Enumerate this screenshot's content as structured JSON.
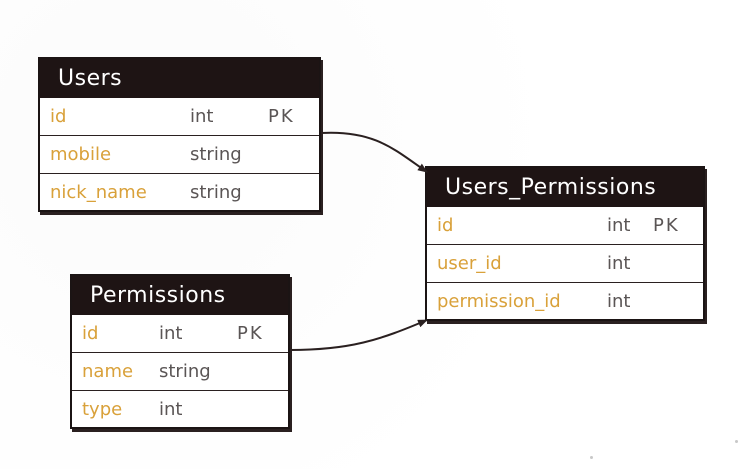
{
  "tables": {
    "users": {
      "title": "Users",
      "rows": [
        {
          "name": "id",
          "type": "int",
          "key": "PK"
        },
        {
          "name": "mobile",
          "type": "string",
          "key": ""
        },
        {
          "name": "nick_name",
          "type": "string",
          "key": ""
        }
      ]
    },
    "permissions": {
      "title": "Permissions",
      "rows": [
        {
          "name": "id",
          "type": "int",
          "key": "PK"
        },
        {
          "name": "name",
          "type": "string",
          "key": ""
        },
        {
          "name": "type",
          "type": "int",
          "key": ""
        }
      ]
    },
    "users_permissions": {
      "title": "Users_Permissions",
      "rows": [
        {
          "name": "id",
          "type": "int",
          "key": "PK"
        },
        {
          "name": "user_id",
          "type": "int",
          "key": ""
        },
        {
          "name": "permission_id",
          "type": "int",
          "key": ""
        }
      ]
    }
  },
  "colors": {
    "header_bg": "#1e1414",
    "header_text": "#ffffff",
    "field_name": "#d9a13a",
    "field_type": "#5a5555",
    "line": "#2a2020"
  }
}
